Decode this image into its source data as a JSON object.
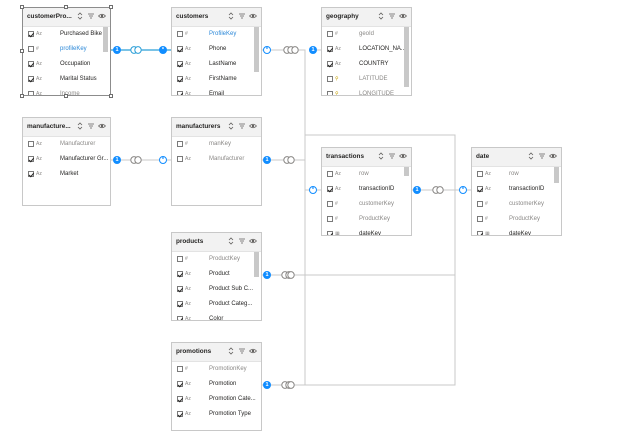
{
  "tables": {
    "customerProfile": {
      "title": "customerPro...",
      "rows": [
        {
          "type": "Az",
          "name": "Purchased Bike",
          "checked": true
        },
        {
          "type": "#",
          "name": "profileKey",
          "checked": false
        },
        {
          "type": "Az",
          "name": "Occupation",
          "checked": true
        },
        {
          "type": "Az",
          "name": "Marital Status",
          "checked": true
        },
        {
          "type": "Az",
          "name": "Income",
          "checked": false
        }
      ]
    },
    "customers": {
      "title": "customers",
      "rows": [
        {
          "type": "#",
          "name": "ProfileKey",
          "checked": false
        },
        {
          "type": "Az",
          "name": "Phone",
          "checked": true
        },
        {
          "type": "Az",
          "name": "LastName",
          "checked": true
        },
        {
          "type": "Az",
          "name": "FirstName",
          "checked": true
        },
        {
          "type": "Az",
          "name": "Email",
          "checked": true
        }
      ]
    },
    "geography": {
      "title": "geography",
      "rows": [
        {
          "type": "#",
          "name": "geoId",
          "checked": false
        },
        {
          "type": "Az",
          "name": "LOCATION_NA...",
          "checked": true
        },
        {
          "type": "Az",
          "name": "COUNTRY",
          "checked": true
        },
        {
          "type": "geo",
          "name": "LATITUDE",
          "checked": false
        },
        {
          "type": "geo",
          "name": "LONGITUDE",
          "checked": false
        }
      ]
    },
    "manufacturersLeft": {
      "title": "manufacture...",
      "rows": [
        {
          "type": "Az",
          "name": "Manufacturer",
          "checked": false
        },
        {
          "type": "Az",
          "name": "Manufacturer Gr...",
          "checked": true
        },
        {
          "type": "Az",
          "name": "Market",
          "checked": true
        }
      ]
    },
    "manufacturers": {
      "title": "manufacturers",
      "rows": [
        {
          "type": "#",
          "name": "manKey",
          "checked": false
        },
        {
          "type": "Az",
          "name": "Manufacturer",
          "checked": false
        }
      ]
    },
    "transactions": {
      "title": "transactions",
      "rows": [
        {
          "type": "Az",
          "name": "row",
          "checked": false
        },
        {
          "type": "Az",
          "name": "transactionID",
          "checked": true
        },
        {
          "type": "#",
          "name": "customerKey",
          "checked": false
        },
        {
          "type": "#",
          "name": "ProductKey",
          "checked": false
        },
        {
          "type": "cal",
          "name": "dateKey",
          "checked": true
        }
      ]
    },
    "date": {
      "title": "date",
      "rows": [
        {
          "type": "Az",
          "name": "row",
          "checked": false
        },
        {
          "type": "Az",
          "name": "transactionID",
          "checked": true
        },
        {
          "type": "#",
          "name": "customerKey",
          "checked": false
        },
        {
          "type": "#",
          "name": "ProductKey",
          "checked": false
        },
        {
          "type": "cal",
          "name": "dateKey",
          "checked": true
        }
      ]
    },
    "products": {
      "title": "products",
      "rows": [
        {
          "type": "#",
          "name": "ProductKey",
          "checked": false
        },
        {
          "type": "Az",
          "name": "Product",
          "checked": true
        },
        {
          "type": "Az",
          "name": "Product Sub C...",
          "checked": true
        },
        {
          "type": "Az",
          "name": "Product Categ...",
          "checked": true
        },
        {
          "type": "Az",
          "name": "Color",
          "checked": true
        }
      ]
    },
    "promotions": {
      "title": "promotions",
      "rows": [
        {
          "type": "#",
          "name": "PromotionKey",
          "checked": false
        },
        {
          "type": "Az",
          "name": "Promotion",
          "checked": true
        },
        {
          "type": "Az",
          "name": "Promotion Cate...",
          "checked": true
        },
        {
          "type": "Az",
          "name": "Promotion Type",
          "checked": true
        }
      ]
    }
  },
  "cardinality": {
    "one": "1",
    "many": "*"
  },
  "colors": {
    "accent": "#118dff",
    "line": "#c8c8c8",
    "active_line": "#2b9fd8"
  },
  "icons": [
    "sort-icon",
    "filter-icon",
    "eye-icon"
  ]
}
